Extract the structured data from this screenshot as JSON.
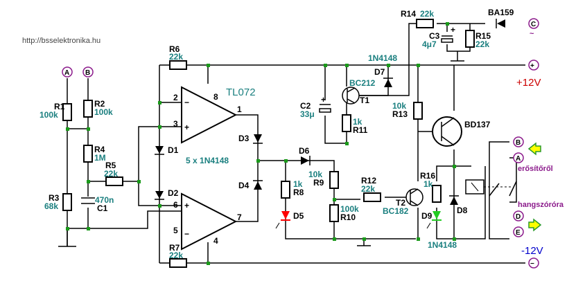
{
  "watermark": "http://bsselektronika.hu",
  "ic": {
    "name": "TL072",
    "note": "5 x 1N4148"
  },
  "pins": {
    "p2": "2",
    "p3": "3",
    "p8": "8",
    "p1": "1",
    "p6": "6",
    "p5": "5",
    "p7": "7",
    "p4": "4"
  },
  "terminals": {
    "a1": "A",
    "b1": "B",
    "a2": "A",
    "b2": "B",
    "c": "C",
    "d": "D",
    "e": "E",
    "plus": "+",
    "minus": "−"
  },
  "rails": {
    "pos": "+12V",
    "neg": "-12V"
  },
  "ac_symbol": "~",
  "connectors": {
    "from_amp": "erősítőről",
    "to_speaker": "hangszóróra"
  },
  "resistors": {
    "r1": {
      "name": "R1",
      "value": "100k"
    },
    "r2": {
      "name": "R2",
      "value": "100k"
    },
    "r3": {
      "name": "R3",
      "value": "68k"
    },
    "r4": {
      "name": "R4",
      "value": "1M"
    },
    "r5": {
      "name": "R5",
      "value": "22k"
    },
    "r6": {
      "name": "R6",
      "value": "22k"
    },
    "r7": {
      "name": "R7",
      "value": "22k"
    },
    "r8": {
      "name": "R8",
      "value": "1k"
    },
    "r9": {
      "name": "R9",
      "value": "10k"
    },
    "r10": {
      "name": "R10",
      "value": "100k"
    },
    "r11": {
      "name": "R11",
      "value": "1k"
    },
    "r12": {
      "name": "R12",
      "value": "22k"
    },
    "r13": {
      "name": "R13",
      "value": "10k"
    },
    "r14": {
      "name": "R14",
      "value": "22k"
    },
    "r15": {
      "name": "R15",
      "value": "22k"
    },
    "r16": {
      "name": "R16",
      "value": "1k"
    }
  },
  "capacitors": {
    "c1": {
      "name": "C1",
      "value": "470n"
    },
    "c2": {
      "name": "C2",
      "value": "33μ"
    },
    "c3": {
      "name": "C3",
      "value": "4μ7"
    }
  },
  "diodes": {
    "d1": "D1",
    "d2": "D2",
    "d3": "D3",
    "d4": "D4",
    "d5": "D5",
    "d6": "D6",
    "d7": "D7",
    "d8": "D8",
    "d9": "D9",
    "d7_type": "1N4148",
    "d8_type": "1N4148",
    "ba": "BA159"
  },
  "transistors": {
    "t1": {
      "type": "BC212",
      "name": "T1"
    },
    "t2": {
      "type": "BC182",
      "name": "T2"
    },
    "t3": {
      "type": "BD137"
    }
  },
  "colors": {
    "wire": "#000000",
    "node": "#1a9a1a",
    "value_text": "#1a7f7f",
    "positive_rail": "#cc0000",
    "negative_rail": "#0000cc",
    "terminal": "#8b1a8b",
    "led_red": "#ff0000",
    "led_green": "#22cc22",
    "arrow_yellow": "#ffff00"
  }
}
